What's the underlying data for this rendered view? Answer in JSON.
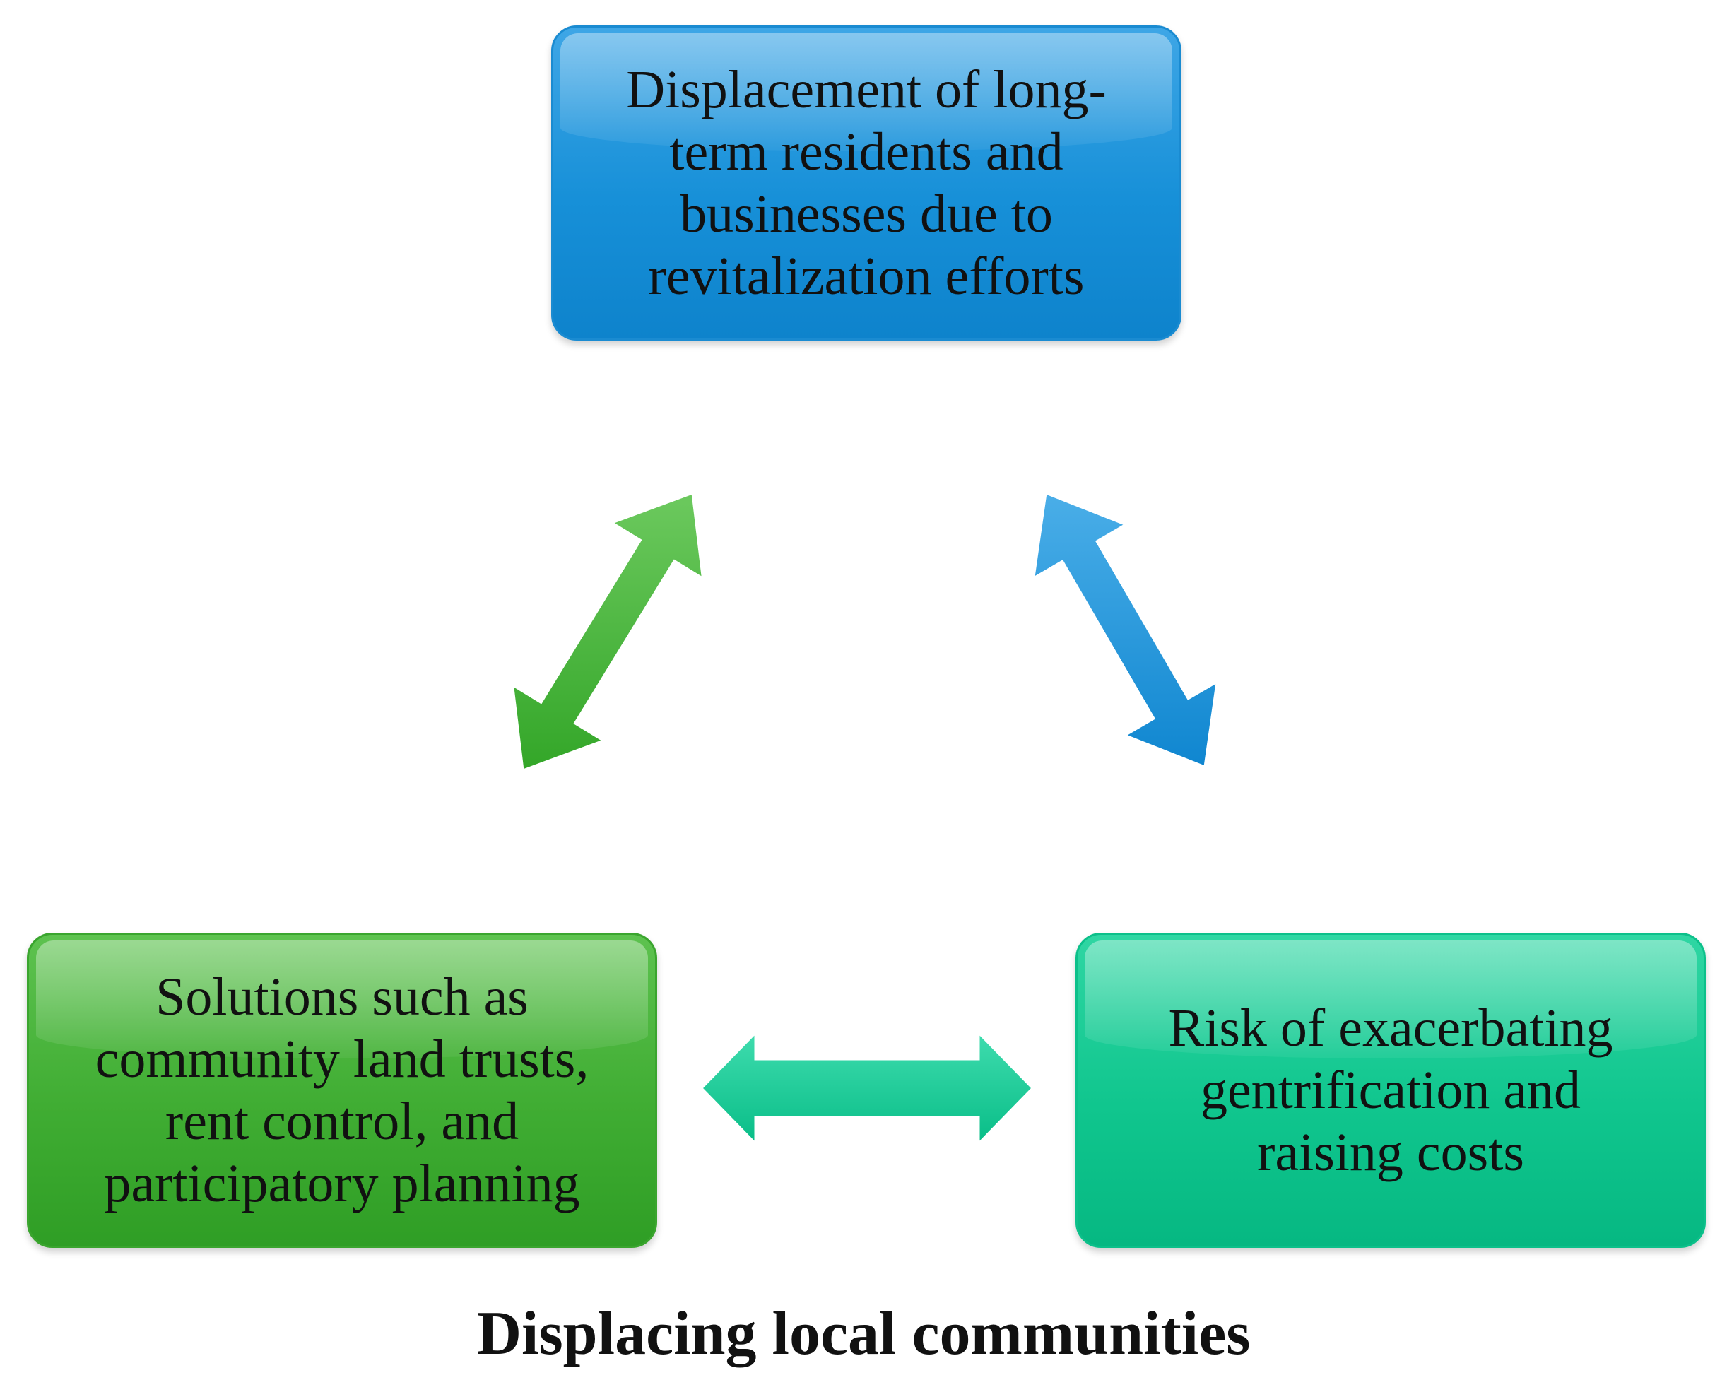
{
  "boxes": {
    "top": {
      "text": "Displacement of long-\nterm residents and\nbusinesses due to\nrevitalization efforts"
    },
    "left": {
      "text": "Solutions such as\ncommunity land trusts,\nrent control, and\nparticipatory planning"
    },
    "right": {
      "text": "Risk of exacerbating\ngentrification and\nraising costs"
    }
  },
  "caption": "Displacing local communities",
  "colors": {
    "blue": "#1790d8",
    "green": "#40ad33",
    "teal": "#10c68e"
  },
  "arrows": [
    {
      "name": "arrow-left-top",
      "type": "double-headed",
      "color": "green"
    },
    {
      "name": "arrow-top-right",
      "type": "double-headed",
      "color": "blue"
    },
    {
      "name": "arrow-left-right",
      "type": "double-headed",
      "color": "teal"
    }
  ]
}
